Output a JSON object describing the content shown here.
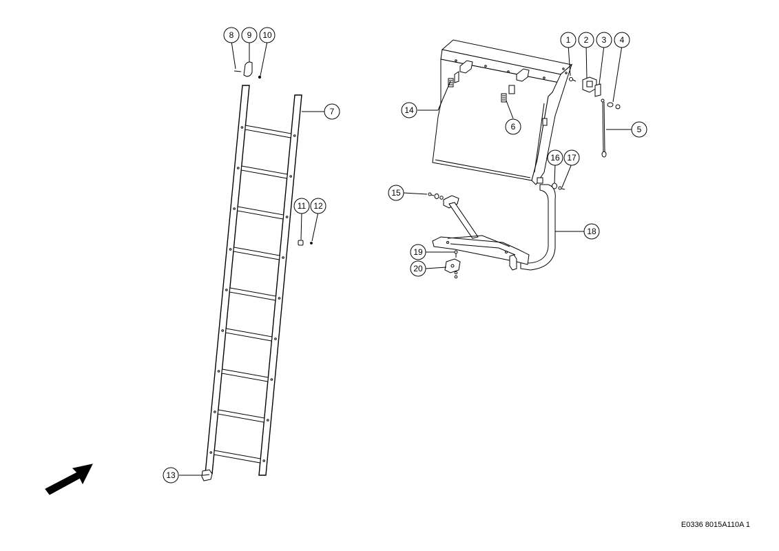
{
  "diagram": {
    "reference_code": "E0336 8015A110A 1",
    "callouts": [
      "1",
      "2",
      "3",
      "4",
      "5",
      "6",
      "7",
      "8",
      "9",
      "10",
      "11",
      "12",
      "13",
      "14",
      "15",
      "16",
      "17",
      "18",
      "19",
      "20"
    ],
    "direction_arrow": "arrow-icon"
  }
}
